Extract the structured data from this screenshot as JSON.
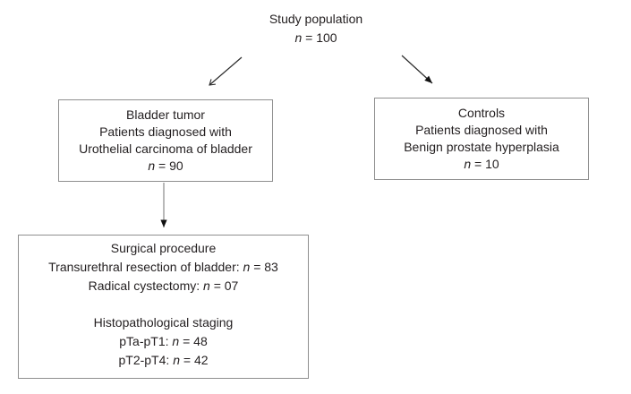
{
  "flowchart": {
    "root": {
      "title": "Study population",
      "n_symbol": "n",
      "count": " = 100"
    },
    "bladder_box": {
      "line1": "Bladder tumor",
      "line2": "Patients diagnosed with",
      "line3": "Urothelial carcinoma of bladder",
      "n_symbol": "n",
      "count": " = 90"
    },
    "controls_box": {
      "line1": "Controls",
      "line2": "Patients diagnosed with",
      "line3": "Benign prostate hyperplasia",
      "n_symbol": "n",
      "count": " = 10"
    },
    "surgical_box": {
      "heading": "Surgical procedure",
      "turbt_label": "Transurethral resection of bladder: ",
      "turbt_n": "n",
      "turbt_count": " = 83",
      "cystectomy_label": "Radical cystectomy: ",
      "cystectomy_n": "n",
      "cystectomy_count": " = 07",
      "staging_heading": "Histopathological staging",
      "stage_low_label": "pTa-pT1: ",
      "stage_low_n": "n",
      "stage_low_count": " = 48",
      "stage_high_label": "pT2-pT4: ",
      "stage_high_n": "n",
      "stage_high_count": " = 42"
    },
    "colors": {
      "box_border": "#8f8f8f",
      "text": "#231f20",
      "arrow_dark": "#2a2a2a",
      "arrow_gray": "#8a8a8a",
      "background": "#ffffff"
    }
  }
}
